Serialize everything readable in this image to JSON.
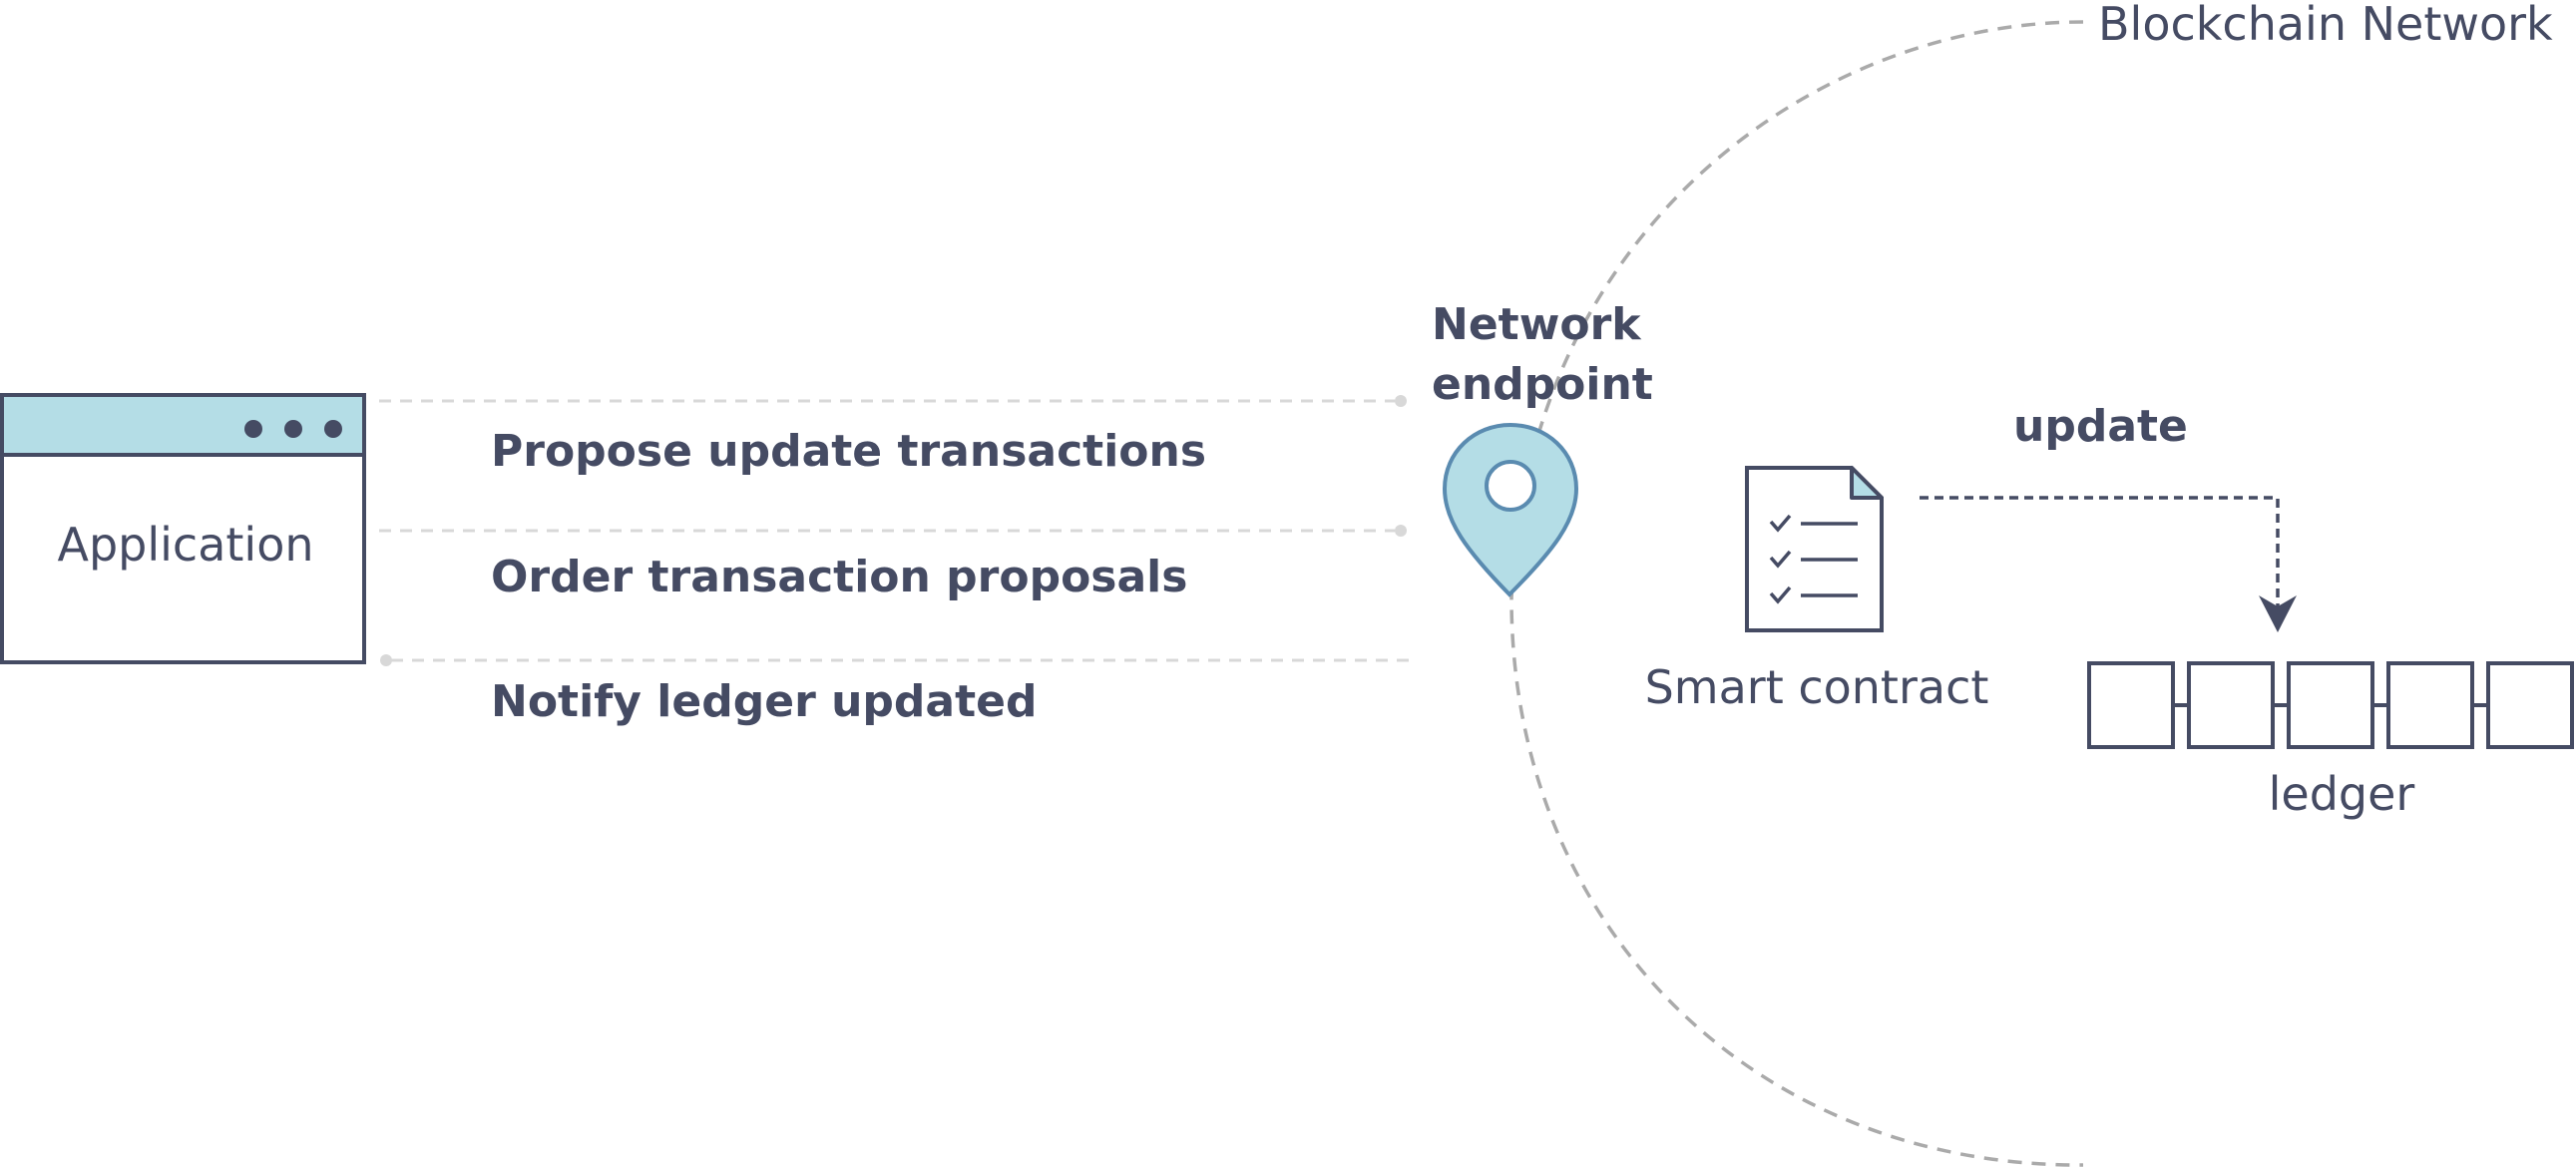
{
  "network": {
    "title": "Blockchain Network",
    "endpoint_label_line1": "Network",
    "endpoint_label_line2": "endpoint"
  },
  "application": {
    "label": "Application"
  },
  "steps": [
    {
      "label": "Propose update transactions"
    },
    {
      "label": "Order transaction proposals"
    },
    {
      "label": "Notify ledger updated"
    }
  ],
  "smart_contract": {
    "label": "Smart contract",
    "icon": "document-checklist-icon"
  },
  "update": {
    "label": "update"
  },
  "ledger": {
    "label": "ledger",
    "block_count": 5
  },
  "colors": {
    "ink": "#454b63",
    "accent_light_blue": "#b4dde6",
    "pin_stroke": "#5a8bb0",
    "dashed_gray": "#aaaaaa",
    "dotted_gray": "#d8d8d8"
  }
}
